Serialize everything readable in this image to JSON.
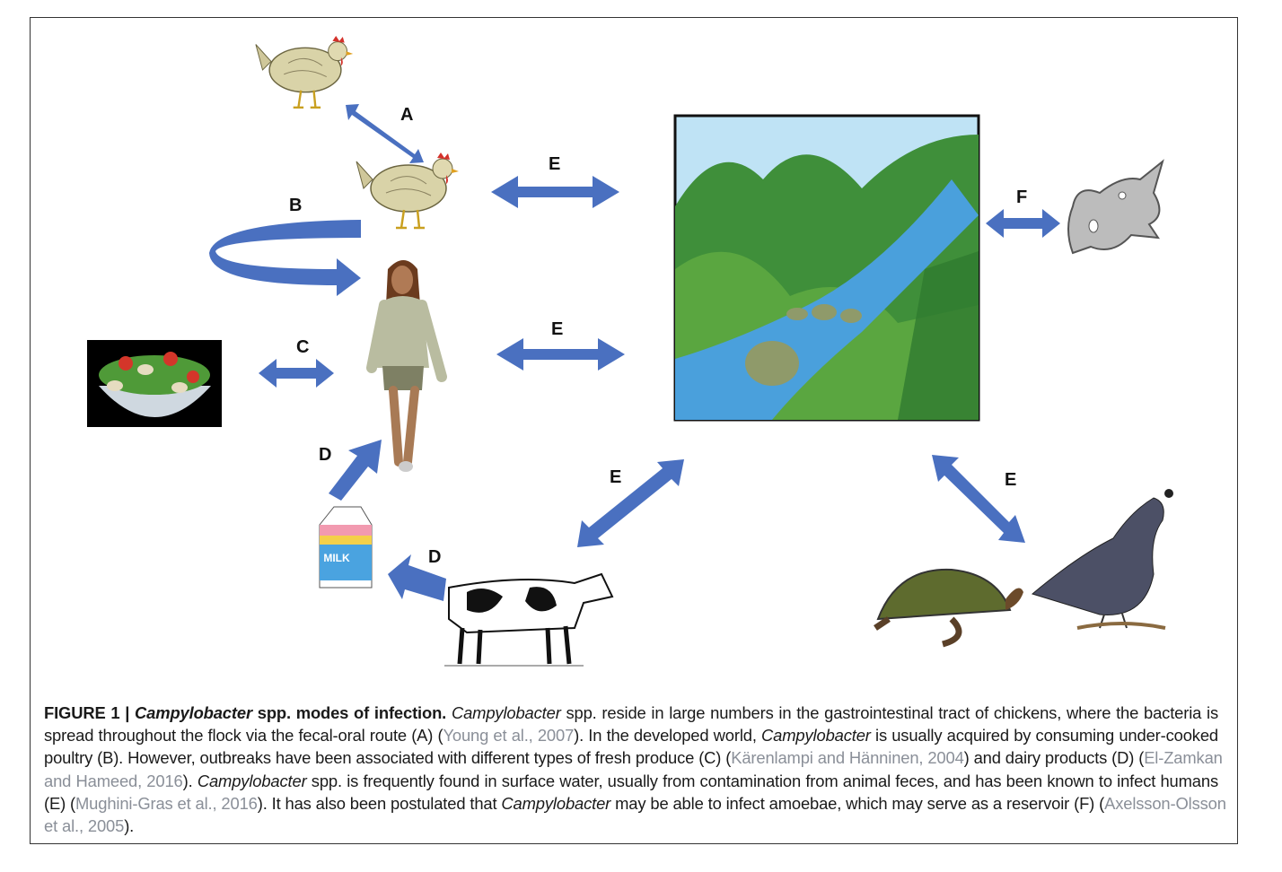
{
  "figure": {
    "labels": {
      "A": "A",
      "B": "B",
      "C": "C",
      "D1": "D",
      "D2": "D",
      "E1": "E",
      "E2": "E",
      "E3": "E",
      "E4": "E",
      "F": "F"
    },
    "milk_carton_text": "MILK",
    "arrow_color": "#4a70c0",
    "elements": [
      "chicken",
      "chicken",
      "woman",
      "salad",
      "milk",
      "cow",
      "river-landscape",
      "amoeba",
      "turtle",
      "quail"
    ]
  },
  "caption": {
    "lines": [
      [
        {
          "t": "FIGURE 1 | ",
          "s": "b"
        },
        {
          "t": "Campylobacter",
          "s": "b i"
        },
        {
          "t": " spp. modes of infection.",
          "s": "b"
        },
        {
          "t": " "
        },
        {
          "t": "Campylobacter",
          "s": "i"
        },
        {
          "t": " spp. reside in large numbers in the gastrointestinal tract of chickens, where the bacteria is"
        }
      ],
      [
        {
          "t": "spread throughout the flock via the fecal-oral route (A) ("
        },
        {
          "t": "Young et al., 2007",
          "s": "lnk"
        },
        {
          "t": "). In the developed world, "
        },
        {
          "t": "Campylobacter",
          "s": "i"
        },
        {
          "t": " is usually acquired by consuming under-cooked"
        }
      ],
      [
        {
          "t": "poultry (B). However, outbreaks have been associated with different types of fresh produce (C) ("
        },
        {
          "t": "Kärenlampi and Hänninen, 2004",
          "s": "lnk"
        },
        {
          "t": ") and dairy products (D) ("
        },
        {
          "t": "El-Zamkan",
          "s": "lnk"
        }
      ],
      [
        {
          "t": "and Hameed, 2016",
          "s": "lnk"
        },
        {
          "t": "). "
        },
        {
          "t": "Campylobacter",
          "s": "i"
        },
        {
          "t": " spp. is frequently found in surface water, usually from contamination from animal feces, and has been known to infect humans"
        }
      ],
      [
        {
          "t": "(E) ("
        },
        {
          "t": "Mughini-Gras et al., 2016",
          "s": "lnk"
        },
        {
          "t": "). It has also been postulated that "
        },
        {
          "t": "Campylobacter",
          "s": "i"
        },
        {
          "t": " may be able to infect amoebae, which may serve as a reservoir (F) ("
        },
        {
          "t": "Axelsson-Olsson",
          "s": "lnk"
        }
      ],
      [
        {
          "t": "et al., 2005",
          "s": "lnk"
        },
        {
          "t": ")."
        }
      ]
    ]
  }
}
